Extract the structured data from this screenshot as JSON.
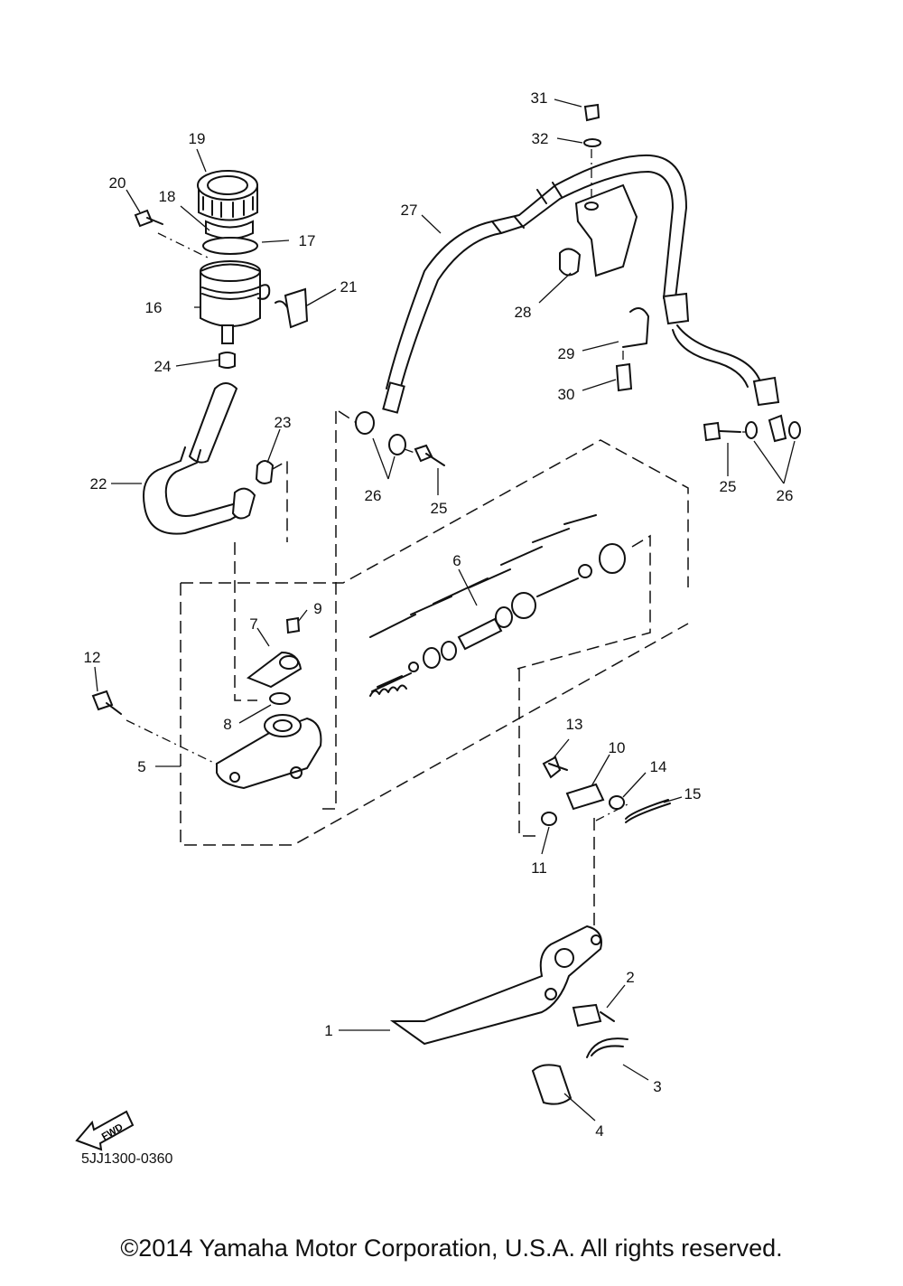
{
  "diagram": {
    "catalog_number": "5JJ1300-0360",
    "fwd_label": "FWD",
    "copyright": "©2014 Yamaha Motor Corporation, U.S.A. All rights reserved.",
    "callouts": [
      {
        "id": "c1",
        "text": "1"
      },
      {
        "id": "c2",
        "text": "2"
      },
      {
        "id": "c3",
        "text": "3"
      },
      {
        "id": "c4",
        "text": "4"
      },
      {
        "id": "c5",
        "text": "5"
      },
      {
        "id": "c6",
        "text": "6"
      },
      {
        "id": "c7",
        "text": "7"
      },
      {
        "id": "c8",
        "text": "8"
      },
      {
        "id": "c9",
        "text": "9"
      },
      {
        "id": "c10",
        "text": "10"
      },
      {
        "id": "c11",
        "text": "11"
      },
      {
        "id": "c12",
        "text": "12"
      },
      {
        "id": "c13",
        "text": "13"
      },
      {
        "id": "c14",
        "text": "14"
      },
      {
        "id": "c15",
        "text": "15"
      },
      {
        "id": "c16",
        "text": "16"
      },
      {
        "id": "c17",
        "text": "17"
      },
      {
        "id": "c18",
        "text": "18"
      },
      {
        "id": "c19",
        "text": "19"
      },
      {
        "id": "c20",
        "text": "20"
      },
      {
        "id": "c21",
        "text": "21"
      },
      {
        "id": "c22",
        "text": "22"
      },
      {
        "id": "c23",
        "text": "23"
      },
      {
        "id": "c24",
        "text": "24"
      },
      {
        "id": "c25a",
        "text": "25"
      },
      {
        "id": "c25b",
        "text": "25"
      },
      {
        "id": "c26a",
        "text": "26"
      },
      {
        "id": "c26b",
        "text": "26"
      },
      {
        "id": "c27",
        "text": "27"
      },
      {
        "id": "c28",
        "text": "28"
      },
      {
        "id": "c29",
        "text": "29"
      },
      {
        "id": "c30",
        "text": "30"
      },
      {
        "id": "c31",
        "text": "31"
      },
      {
        "id": "c32",
        "text": "32"
      }
    ]
  }
}
